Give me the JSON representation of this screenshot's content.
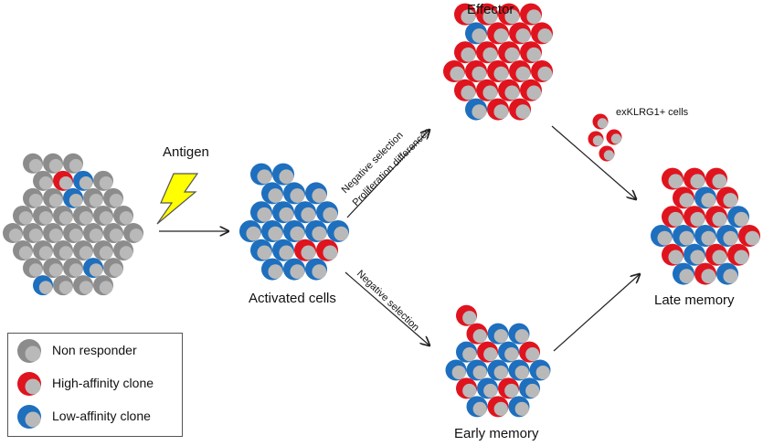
{
  "labels": {
    "antigen": "Antigen",
    "activated": "Activated cells",
    "effector": "Effector",
    "exklrg1": "exKLRG1+ cells",
    "late_memory": "Late memory",
    "early_memory": "Early memory",
    "negative_selection_top": "Negative selection",
    "proliferation": "Proliferation differences",
    "negative_selection_bottom": "Negative selection"
  },
  "legend": {
    "items": [
      {
        "label": "Non responder",
        "cell": "gray"
      },
      {
        "label": "High-affinity clone",
        "cell": "red"
      },
      {
        "label": "Low-affinity clone",
        "cell": "blue"
      }
    ]
  },
  "colors": {
    "gray": "#8c8c8c",
    "red": "#e0141e",
    "blue": "#1e6fbe",
    "nucleus": "#b9b9b9",
    "bolt_fill": "#ffff00",
    "bolt_stroke": "#555555"
  },
  "clusters": {
    "naive": "GGGGGGGGBGGGGBGGGGGGRBGGGGGGGGGBGGGGGGGG",
    "activated": "BBBBRBBBBBBBRBBBBBBBB",
    "effector": "RRRRRRRBRRRRRRRBRRRRRRRR",
    "exklrg1": "RRRR",
    "late_memory": "BRRBRBBRBRBRRBRBRBRRRR",
    "early_memory": "BRBBRBBRBBRBBBRBRBBR"
  }
}
